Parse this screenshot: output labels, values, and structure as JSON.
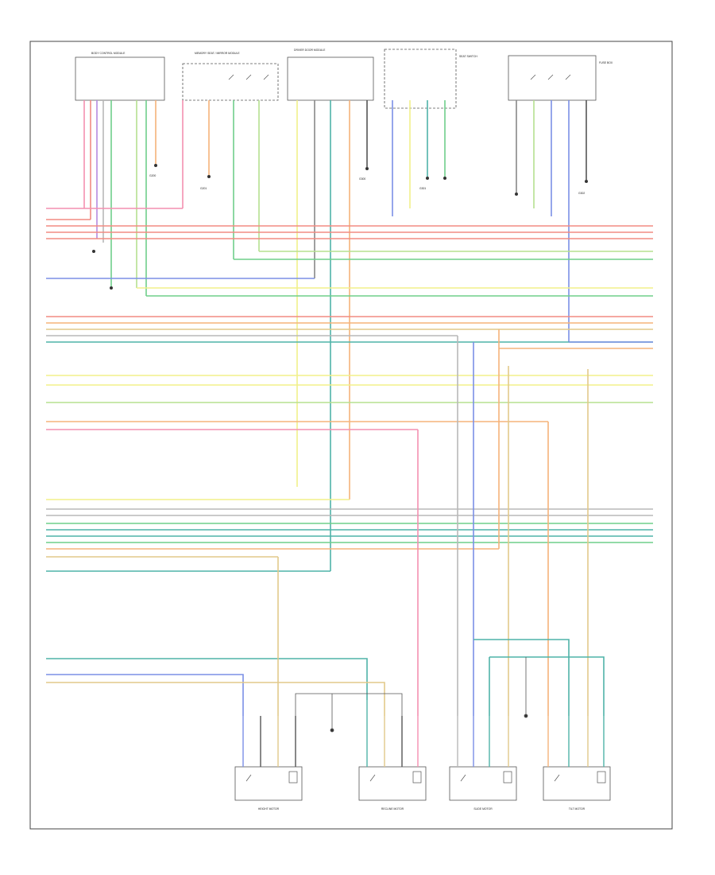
{
  "footer_code": "",
  "module_labels": [
    {
      "name": "module-label-1",
      "text": "BODY CONTROL MODULE"
    },
    {
      "name": "module-label-2",
      "text": "MEMORY SEAT / MIRROR MODULE"
    },
    {
      "name": "module-label-3",
      "text": "DRIVER DOOR MODULE"
    },
    {
      "name": "module-label-4",
      "text": "SEAT SWITCH"
    },
    {
      "name": "module-label-5",
      "text": "FUSE BOX"
    }
  ],
  "ground_labels": [
    {
      "name": "ground-label-1",
      "text": "G200"
    },
    {
      "name": "ground-label-2",
      "text": "G201"
    },
    {
      "name": "ground-label-3",
      "text": "G300"
    },
    {
      "name": "ground-label-4",
      "text": "G301"
    },
    {
      "name": "ground-label-5",
      "text": "G302"
    }
  ],
  "motor_labels": [
    {
      "name": "motor-label-1",
      "text": "HEIGHT MOTOR"
    },
    {
      "name": "motor-label-2",
      "text": "RECLINE MOTOR"
    },
    {
      "name": "motor-label-3",
      "text": "SLIDE MOTOR"
    },
    {
      "name": "motor-label-4",
      "text": "TILT MOTOR"
    }
  ],
  "colors": {
    "pink": "#f48fb1",
    "red": "#f28b82",
    "orange": "#f5b37a",
    "yellow": "#f2f08a",
    "lightgreen": "#b6e08f",
    "green": "#6fcf8a",
    "teal": "#4fb3a8",
    "blue": "#7b8fe6",
    "purple": "#b58ae0",
    "tan": "#e2c98a",
    "gray": "#b8b8b8",
    "line": "#444444"
  }
}
